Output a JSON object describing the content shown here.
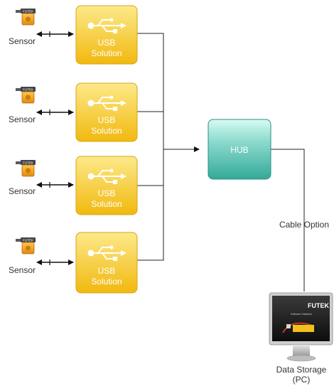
{
  "sensors": [
    {
      "label": "Sensor",
      "module": "USB Solution",
      "module_line1": "USB",
      "module_line2": "Solution"
    },
    {
      "label": "Sensor",
      "module": "USB Solution",
      "module_line1": "USB",
      "module_line2": "Solution"
    },
    {
      "label": "Sensor",
      "module": "USB Solution",
      "module_line1": "USB",
      "module_line2": "Solution"
    },
    {
      "label": "Sensor",
      "module": "USB Solution",
      "module_line1": "USB",
      "module_line2": "Solution"
    }
  ],
  "sensor_tag_text": "FUTEK",
  "hub": {
    "label": "HUB"
  },
  "cable": {
    "label": "Cable Option"
  },
  "storage": {
    "label_line1": "Data Storage",
    "label_line2": "(PC)",
    "screen_brand": "FUTEK",
    "screen_sub": "Software Solutions"
  },
  "colors": {
    "usb_top": "#fde98a",
    "usb_bottom": "#f1b90f",
    "usb_border": "#d9a514",
    "hub_top": "#d7fbf4",
    "hub_bottom": "#33a999",
    "hub_border": "#2c8e80",
    "sensor_body": "#f2a31d",
    "sensor_cap": "#5a5a5a"
  }
}
